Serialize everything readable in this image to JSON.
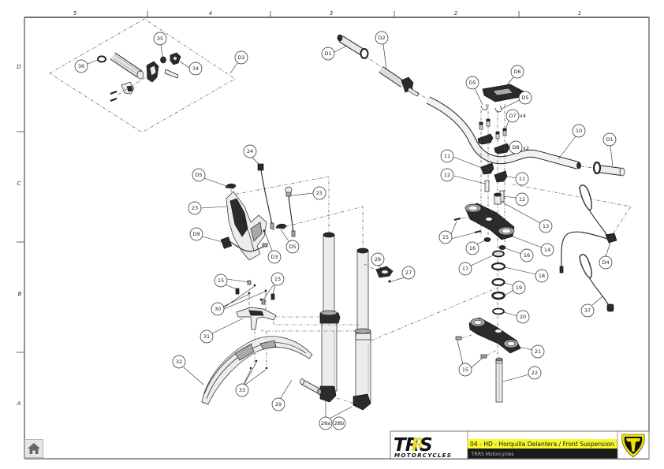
{
  "frame": {
    "columns": [
      "5",
      "4",
      "3",
      "2",
      "1"
    ],
    "rows": [
      "D",
      "C",
      "B",
      "A"
    ]
  },
  "title_block": {
    "title": "04 - HD - Horquilla Delantera / Front Suspension",
    "subtitle": "TRRS Motorcycles",
    "brand": {
      "logo_left": "TR",
      "logo_accent": "R",
      "logo_right": "S",
      "logo_sub": "MOTORCYCLES"
    },
    "colors": {
      "title_bar": "#f7f730",
      "subtitle_bar": "#1b1b1b",
      "emblem_yellow": "#efe300"
    }
  },
  "navigation": {
    "home_icon": "home-icon"
  },
  "callouts": [
    {
      "label": "36"
    },
    {
      "label": "35"
    },
    {
      "label": "34"
    },
    {
      "label": "D2"
    },
    {
      "label": "D1"
    },
    {
      "label": "D2"
    },
    {
      "label": "D6"
    },
    {
      "label": "D5"
    },
    {
      "label": "D5"
    },
    {
      "label": "D7",
      "qty": "x4"
    },
    {
      "label": "D8",
      "qty": "x2"
    },
    {
      "label": "10"
    },
    {
      "label": "D1"
    },
    {
      "label": "11"
    },
    {
      "label": "12"
    },
    {
      "label": "11"
    },
    {
      "label": "12"
    },
    {
      "label": "13"
    },
    {
      "label": "15"
    },
    {
      "label": "14"
    },
    {
      "label": "16"
    },
    {
      "label": "16"
    },
    {
      "label": "17"
    },
    {
      "label": "18"
    },
    {
      "label": "19"
    },
    {
      "label": "20"
    },
    {
      "label": "21"
    },
    {
      "label": "15"
    },
    {
      "label": "22"
    },
    {
      "label": "D4"
    },
    {
      "label": "37"
    },
    {
      "label": "24"
    },
    {
      "label": "D5"
    },
    {
      "label": "25"
    },
    {
      "label": "23"
    },
    {
      "label": "D9"
    },
    {
      "label": "D3"
    },
    {
      "label": "D5"
    },
    {
      "label": "26"
    },
    {
      "label": "27"
    },
    {
      "label": "15"
    },
    {
      "label": "15"
    },
    {
      "label": "30"
    },
    {
      "label": "31"
    },
    {
      "label": "32"
    },
    {
      "label": "33"
    },
    {
      "label": "29"
    },
    {
      "label": "28a"
    },
    {
      "label": "28b"
    }
  ]
}
